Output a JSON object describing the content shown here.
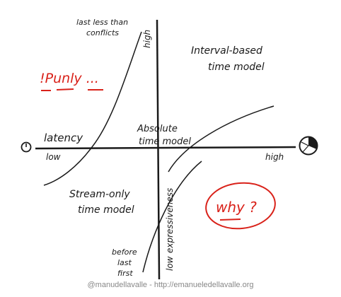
{
  "labels": {
    "last_less_than_conflicts": [
      "last less than",
      "conflicts"
    ],
    "high_vertical": "high",
    "interval_model": [
      "Interval-based",
      "time model"
    ],
    "punly": "!Punly ...",
    "latency": "latency",
    "low_horizontal": "low",
    "absolute_model": [
      "Absolute",
      "time model"
    ],
    "high_horizontal": "high",
    "stream_only_model": [
      "Stream-only",
      "time model"
    ],
    "expressiveness": "expressiveness",
    "low_vertical": "low",
    "before_last_first": [
      "before",
      "last",
      "first"
    ],
    "why": "why ?"
  },
  "icons": {
    "clock": "clock-icon",
    "pie": "pie-chart-icon"
  },
  "colors": {
    "ink": "#1a1a1a",
    "accent": "#d9221a"
  },
  "credit": "@manudellavalle - http://emanueledellavalle.org"
}
